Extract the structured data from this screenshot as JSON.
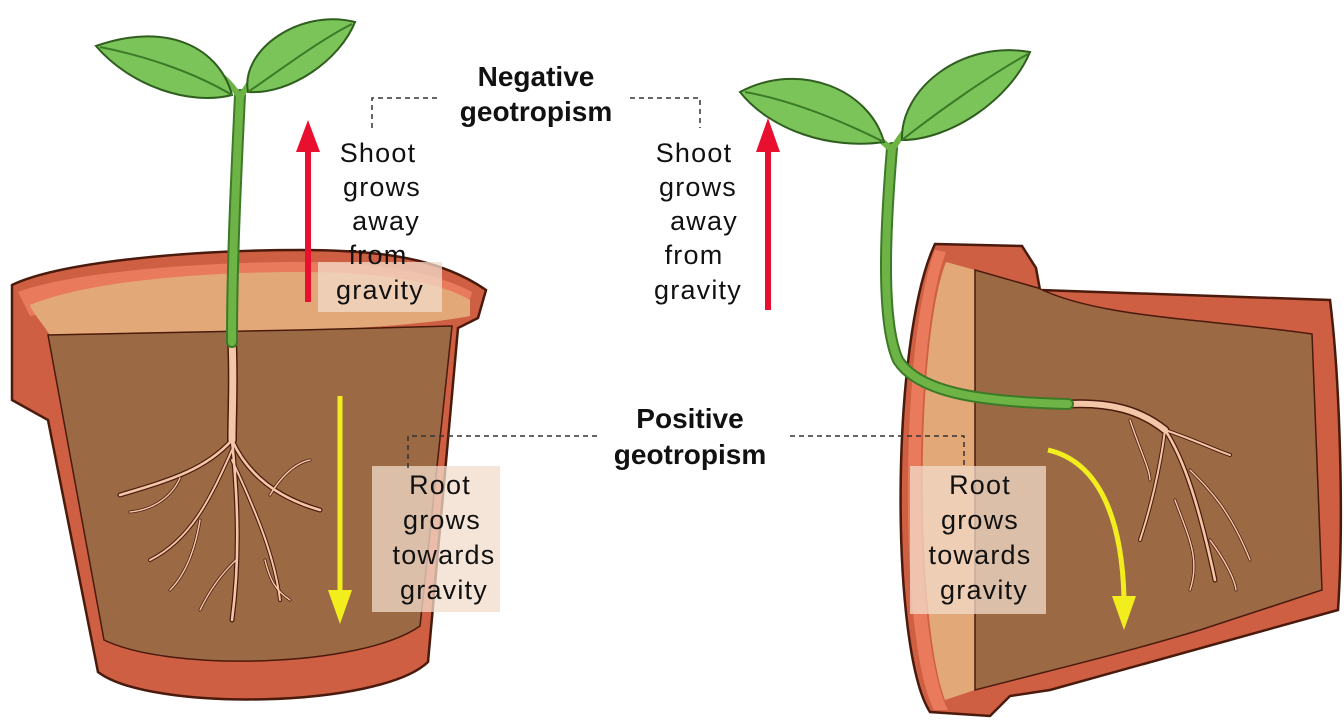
{
  "colors": {
    "pot_rim": "#cf5f43",
    "pot_rim_light": "#e97a5c",
    "pot_outline": "#4a1a0c",
    "soil": "#9b6a45",
    "soil_surface": "#e3a877",
    "stem": "#6db345",
    "leaf": "#7bc45a",
    "leaf_vein": "#3d7a28",
    "root": "#f3c6a8",
    "shoot_arrow": "#e8102e",
    "root_arrow": "#f2ee1d",
    "label_highlight": "#f1dccb"
  },
  "headings": {
    "negative": {
      "line1": "Negative",
      "line2": "geotropism"
    },
    "positive": {
      "line1": "Positive",
      "line2": "geotropism"
    }
  },
  "left_pot": {
    "shoot_label": [
      "Shoot",
      "grows",
      "away",
      "from",
      "gravity"
    ],
    "root_label": [
      "Root",
      "grows",
      "towards",
      "gravity"
    ]
  },
  "right_pot": {
    "shoot_label": [
      "Shoot",
      "grows",
      "away",
      "from",
      "gravity"
    ],
    "root_label": [
      "Root",
      "grows",
      "towards",
      "gravity"
    ]
  }
}
